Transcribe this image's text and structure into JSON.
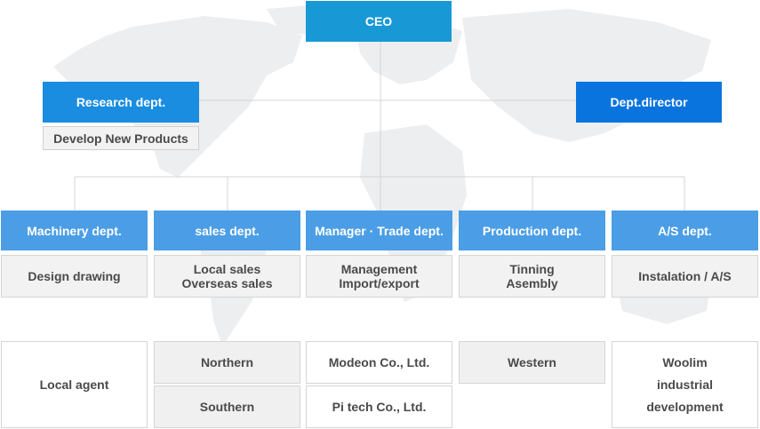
{
  "ceo": "CEO",
  "research": {
    "title": "Research dept.",
    "task": "Develop New Products"
  },
  "director": "Dept.director",
  "departments": [
    {
      "title": "Machinery dept.",
      "task_lines": [
        "Design drawing"
      ]
    },
    {
      "title": "sales dept.",
      "task_lines": [
        "Local sales",
        "Overseas sales"
      ]
    },
    {
      "title": "Manager · Trade dept.",
      "task_lines": [
        "Management",
        "Import/export"
      ]
    },
    {
      "title": "Production dept.",
      "task_lines": [
        "Tinning",
        "Asembly"
      ]
    },
    {
      "title": "A/S  dept.",
      "task_lines": [
        "Instalation  / A/S"
      ]
    }
  ],
  "subunits": {
    "local_agent": "Local agent",
    "northern": "Northern",
    "southern": "Southern",
    "modeon": "Modeon Co., Ltd.",
    "pitech": "Pi tech Co., Ltd.",
    "western": "Western",
    "woolim": [
      "Woolim",
      "industrial",
      "development"
    ]
  },
  "colors": {
    "ceo": "#1899d6",
    "research": "#1a8de0",
    "director": "#0a74de",
    "dept": "#4b9ee6",
    "task_bg": "#f2f2f2",
    "text": "#4a4a4a",
    "connector": "#d4d4d4"
  }
}
